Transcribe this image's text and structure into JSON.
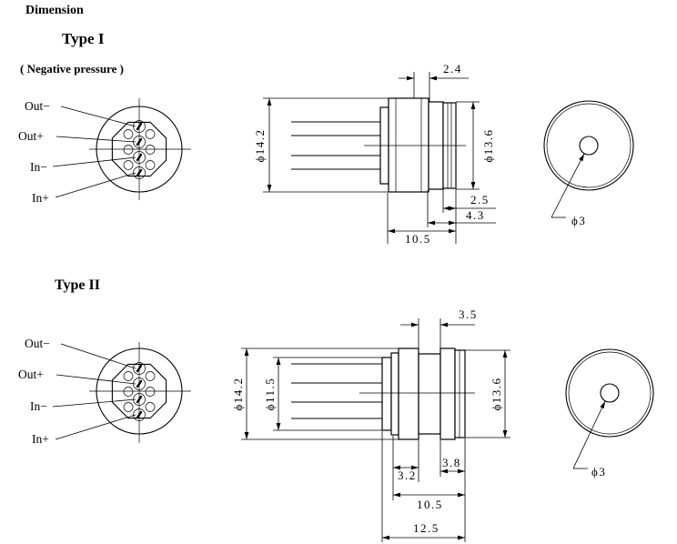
{
  "header": {
    "title": "Dimension"
  },
  "type1": {
    "title": "Type I",
    "subtitle": "( Negative pressure )",
    "pins": [
      "Out−",
      "Out+",
      "In−",
      "In+"
    ],
    "dimensions": {
      "flange_width": "2.4",
      "outer_diameter": "ϕ14.2",
      "front_diameter": "ϕ13.6",
      "front_step": "2.5",
      "front_length": "4.3",
      "body_length": "10.5",
      "port_diameter": "ϕ3"
    }
  },
  "type2": {
    "title": "Type II",
    "pins": [
      "Out−",
      "Out+",
      "In−",
      "In+"
    ],
    "dimensions": {
      "groove_width": "3.5",
      "outer_diameter": "ϕ14.2",
      "rear_diameter": "ϕ11.5",
      "front_diameter": "ϕ13.6",
      "rear_flange": "3.2",
      "front_step": "3.8",
      "body_length": "10.5",
      "total_length": "12.5",
      "port_diameter": "ϕ3"
    }
  },
  "colors": {
    "line": "#000000",
    "background": "#ffffff"
  }
}
